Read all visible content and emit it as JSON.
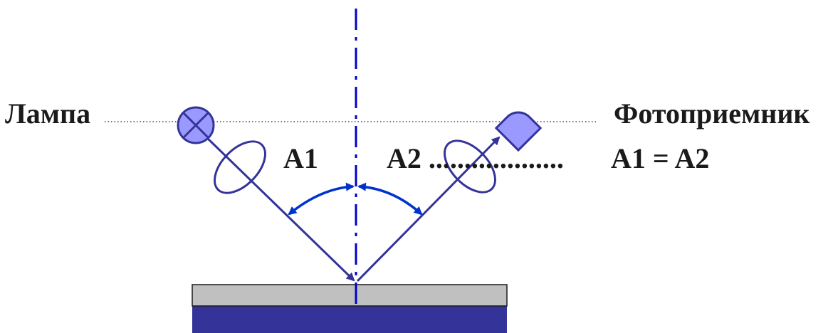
{
  "labels": {
    "lamp": "Лампа",
    "detector": "Фотоприемник",
    "angle1": "A1",
    "angle2": "A2 ...................",
    "equation": "A1 = A2"
  },
  "colors": {
    "ray": "#333399",
    "normal_line": "#0000cc",
    "angle_arcs": "#0033cc",
    "lamp_fill": "#9999ff",
    "detector_fill": "#9999ff",
    "sample_top": "#c0c0c0",
    "sample_substrate": "#333399",
    "label_text": "#1a1a1a",
    "dotted_leader": "#444444"
  },
  "icons": {
    "lamp": "lamp-cross-circle-icon",
    "detector": "photodetector-icon",
    "polarizer_in": "polarizer-ellipse-icon",
    "polarizer_out": "polarizer-ellipse-icon"
  }
}
